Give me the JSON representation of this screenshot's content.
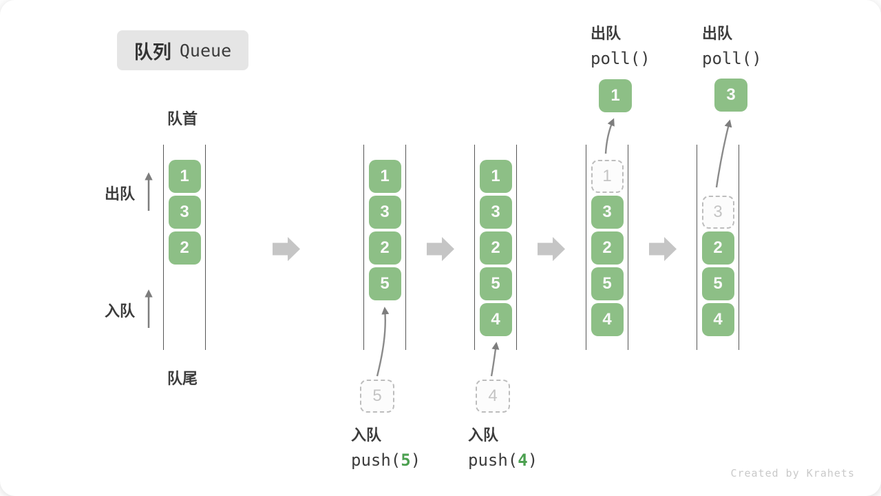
{
  "title": {
    "zh": "队列",
    "en": "Queue"
  },
  "labels": {
    "front": "队首",
    "rear": "队尾",
    "dequeue": "出队",
    "enqueue": "入队"
  },
  "states": [
    {
      "name": "initial",
      "slots": [
        {
          "value": "1",
          "type": "filled"
        },
        {
          "value": "3",
          "type": "filled"
        },
        {
          "value": "2",
          "type": "filled"
        }
      ]
    },
    {
      "name": "after-push-5",
      "slots": [
        {
          "value": "1",
          "type": "filled"
        },
        {
          "value": "3",
          "type": "filled"
        },
        {
          "value": "2",
          "type": "filled"
        },
        {
          "value": "5",
          "type": "filled"
        }
      ]
    },
    {
      "name": "after-push-4",
      "slots": [
        {
          "value": "1",
          "type": "filled"
        },
        {
          "value": "3",
          "type": "filled"
        },
        {
          "value": "2",
          "type": "filled"
        },
        {
          "value": "5",
          "type": "filled"
        },
        {
          "value": "4",
          "type": "filled"
        }
      ]
    },
    {
      "name": "after-poll-1",
      "slots": [
        {
          "value": "1",
          "type": "dashed"
        },
        {
          "value": "3",
          "type": "filled"
        },
        {
          "value": "2",
          "type": "filled"
        },
        {
          "value": "5",
          "type": "filled"
        },
        {
          "value": "4",
          "type": "filled"
        }
      ]
    },
    {
      "name": "after-poll-3",
      "slots": [
        {
          "value": "",
          "type": "empty"
        },
        {
          "value": "3",
          "type": "dashed"
        },
        {
          "value": "2",
          "type": "filled"
        },
        {
          "value": "5",
          "type": "filled"
        },
        {
          "value": "4",
          "type": "filled"
        }
      ]
    }
  ],
  "operations": {
    "push_5": {
      "title": "入队",
      "fn": "push(",
      "arg": "5",
      "close": ")",
      "pending_value": "5"
    },
    "push_4": {
      "title": "入队",
      "fn": "push(",
      "arg": "4",
      "close": ")",
      "pending_value": "4"
    },
    "poll_1": {
      "title": "出队",
      "code": "poll()",
      "removed_value": "1"
    },
    "poll_3": {
      "title": "出队",
      "code": "poll()",
      "removed_value": "3"
    }
  },
  "icons": {
    "arrow_right": "thick-right-arrow",
    "arrow_up": "thin-up-arrow",
    "curved_arrow": "curved-up-arrow"
  },
  "colors": {
    "box_green": "#8DBF86",
    "code_green": "#4CA050",
    "text_dark": "#3C3C3C",
    "arrow_gray": "#C5C5C5",
    "line_gray": "#555555",
    "dashed_gray": "#C4C4C4",
    "badge_bg": "#E5E5E5",
    "watermark": "#C9C9C9"
  },
  "watermark": "Created by Krahets"
}
